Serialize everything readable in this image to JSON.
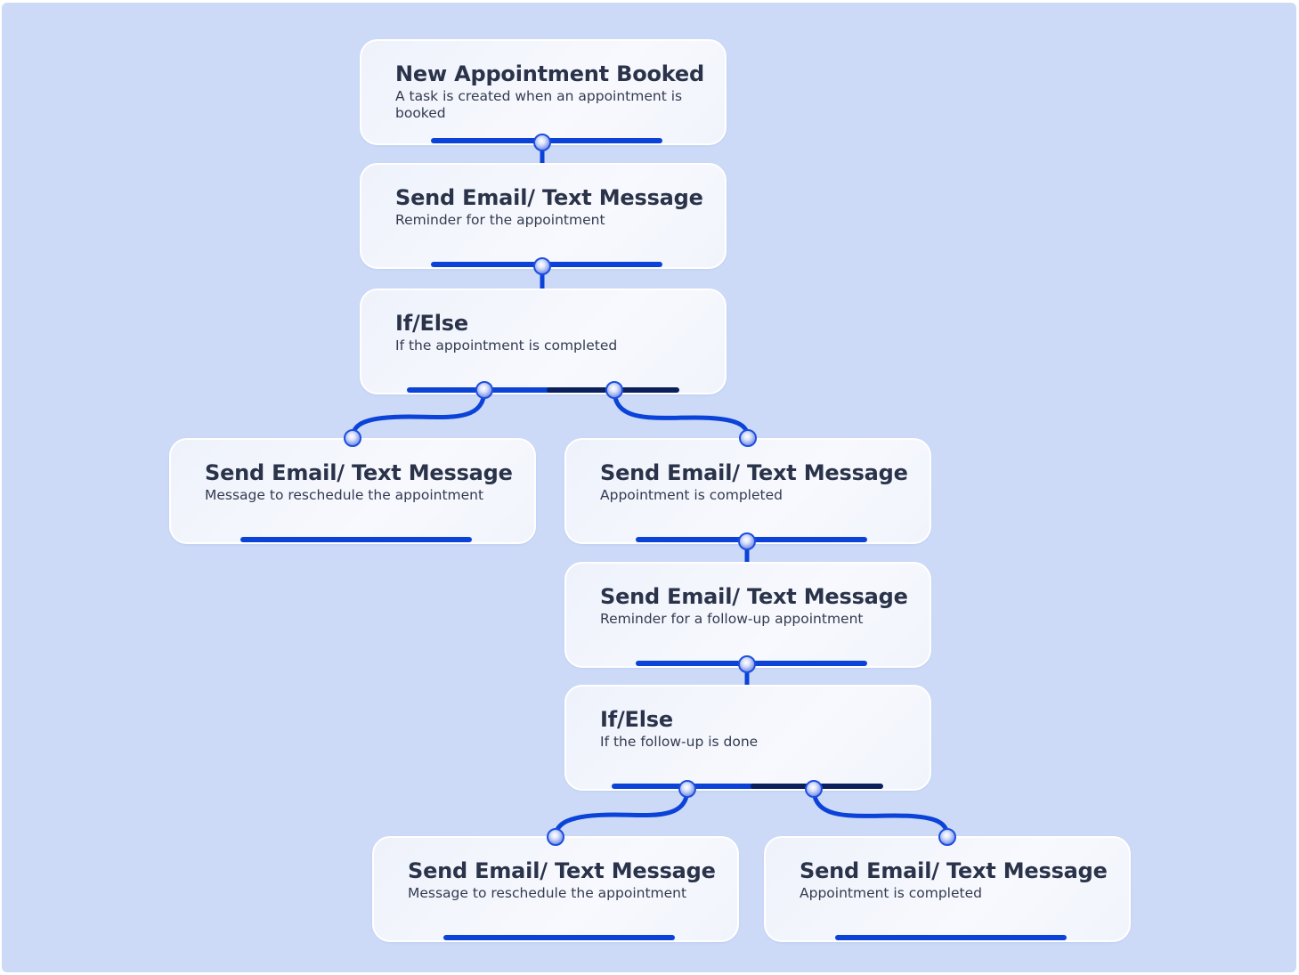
{
  "colors": {
    "background": "#ccdaf8",
    "connector": "#0b43d8",
    "connector_dark": "#0a1f5c",
    "card": "#f4f6fd",
    "text": "#2a3349"
  },
  "nodes": [
    {
      "title": "New Appointment Booked",
      "description": "A task is created when an appointment is booked"
    },
    {
      "title": "Send Email/ Text Message",
      "description": "Reminder for the appointment"
    },
    {
      "title": "If/Else",
      "description": "If the appointment is completed"
    },
    {
      "title": "Send Email/ Text Message",
      "description": "Message to reschedule the appointment"
    },
    {
      "title": "Send Email/ Text Message",
      "description": "Appointment is completed"
    },
    {
      "title": "Send Email/ Text Message",
      "description": "Reminder for a follow-up appointment"
    },
    {
      "title": "If/Else",
      "description": "If the follow-up is done"
    },
    {
      "title": "Send Email/ Text Message",
      "description": "Message to reschedule the appointment"
    },
    {
      "title": "Send Email/ Text Message",
      "description": "Appointment is completed"
    }
  ]
}
